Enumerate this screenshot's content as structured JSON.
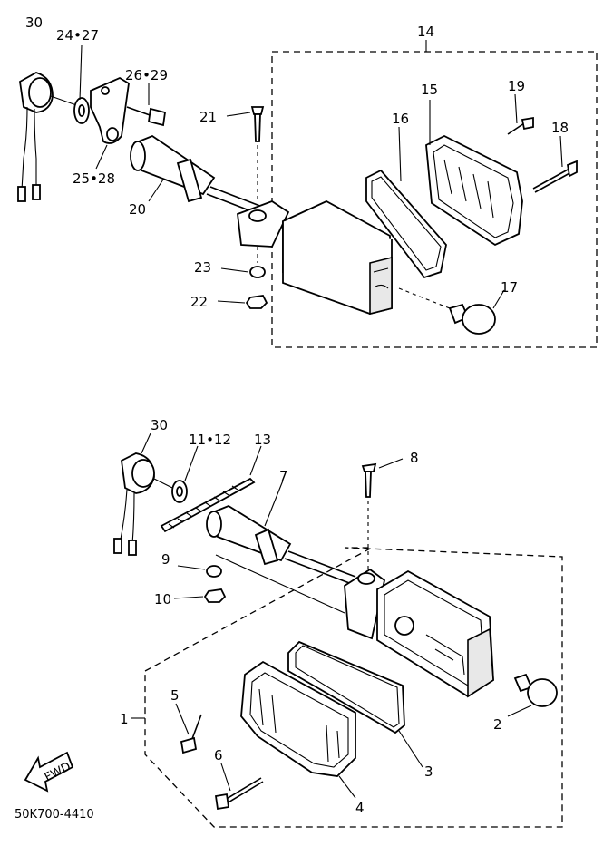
{
  "labels": {
    "l30a": "30",
    "l2427": "24•27",
    "l2629": "26•29",
    "l2528": "25•28",
    "l20": "20",
    "l21": "21",
    "l23": "23",
    "l22": "22",
    "l14": "14",
    "l15": "15",
    "l16": "16",
    "l19": "19",
    "l18": "18",
    "l17": "17",
    "l30b": "30",
    "l1112": "11•12",
    "l13": "13",
    "l7": "7",
    "l8": "8",
    "l9": "9",
    "l10": "10",
    "l1": "1",
    "l5": "5",
    "l6": "6",
    "l2": "2",
    "l3": "3",
    "l4": "4"
  },
  "fwd": "FWD",
  "code": "50K700-4410"
}
